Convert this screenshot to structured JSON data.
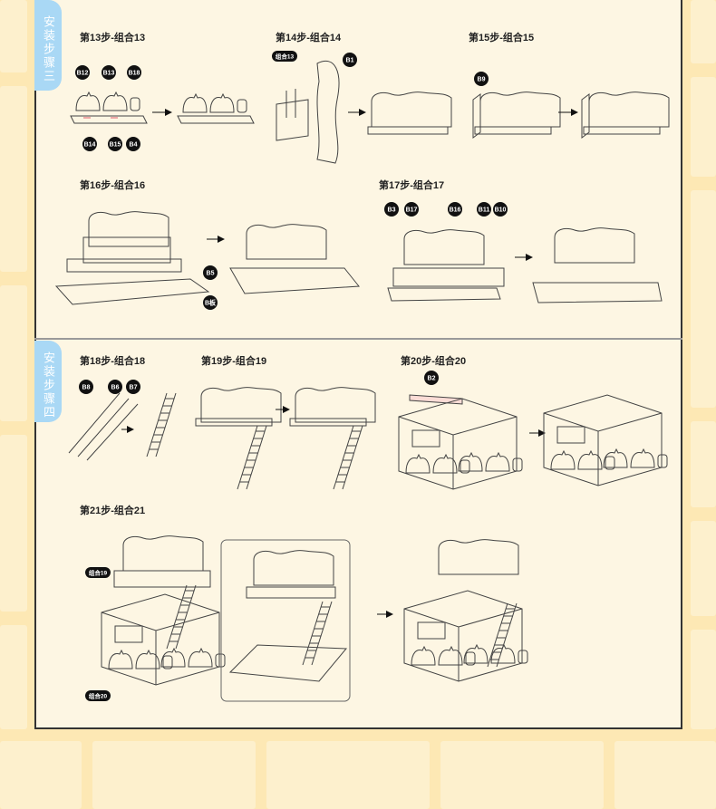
{
  "sections": [
    {
      "tab": "安装步骤三"
    },
    {
      "tab": "安装步骤四"
    }
  ],
  "steps": {
    "s13": "第13步-组合13",
    "s14": "第14步-组合14",
    "s15": "第15步-组合15",
    "s16": "第16步-组合16",
    "s17": "第17步-组合17",
    "s18": "第18步-组合18",
    "s19": "第19步-组合19",
    "s20": "第20步-组合20",
    "s21": "第21步-组合21"
  },
  "parts": {
    "b12": "B12",
    "b13": "B13",
    "b18": "B18",
    "b14": "B14",
    "b15": "B15",
    "b4": "B4",
    "combo13": "组合13",
    "b1": "B1",
    "b9": "B9",
    "b5": "B5",
    "bboard": "B板",
    "b3": "B3",
    "b17": "B17",
    "b16": "B16",
    "b11": "B11",
    "b10": "B10",
    "b8": "B8",
    "b6": "B6",
    "b7": "B7",
    "b2": "B2",
    "combo19": "组合19",
    "combo20": "组合20"
  },
  "colors": {
    "accent_tab": "#a9d8f5",
    "line": "#444444",
    "guide": "#e05a6a",
    "marker": "#111111"
  }
}
